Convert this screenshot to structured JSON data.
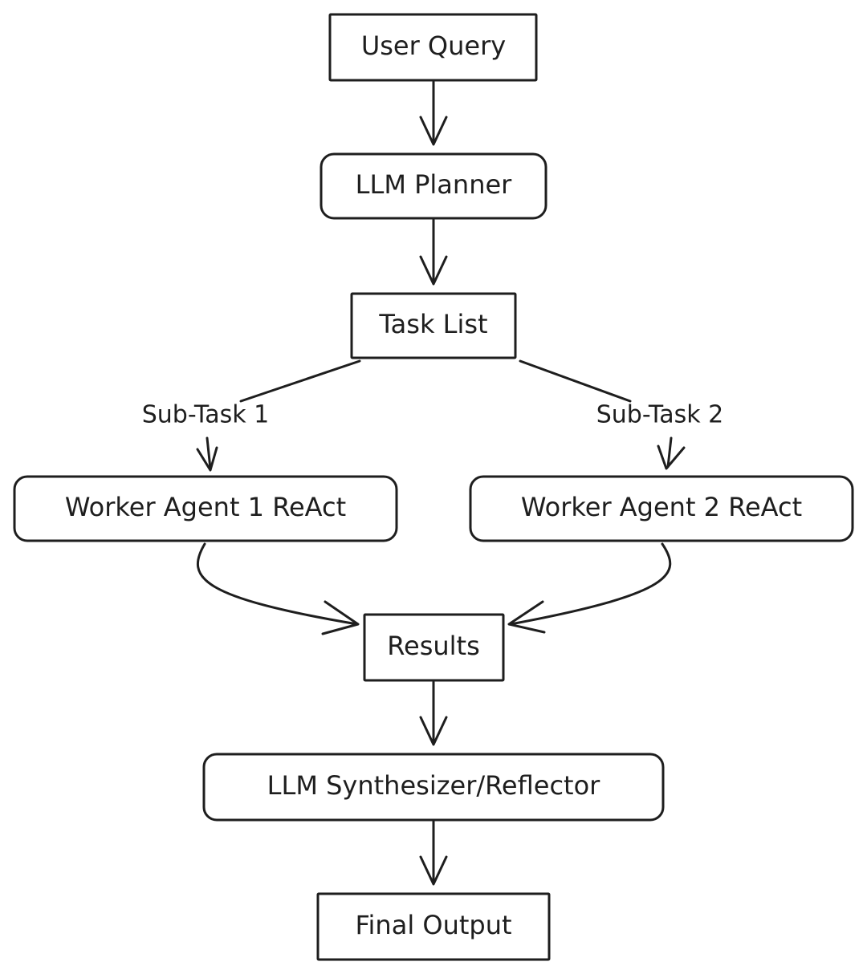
{
  "nodes": {
    "user_query": "User Query",
    "llm_planner": "LLM Planner",
    "task_list": "Task List",
    "worker_agent_1": "Worker Agent 1 ReAct",
    "worker_agent_2": "Worker Agent 2 ReAct",
    "results": "Results",
    "synthesizer": "LLM Synthesizer/Reflector",
    "final_output": "Final Output"
  },
  "edge_labels": {
    "sub_task_1": "Sub-Task 1",
    "sub_task_2": "Sub-Task 2"
  },
  "colors": {
    "stroke": "#1e1e1e",
    "background": "#ffffff"
  }
}
